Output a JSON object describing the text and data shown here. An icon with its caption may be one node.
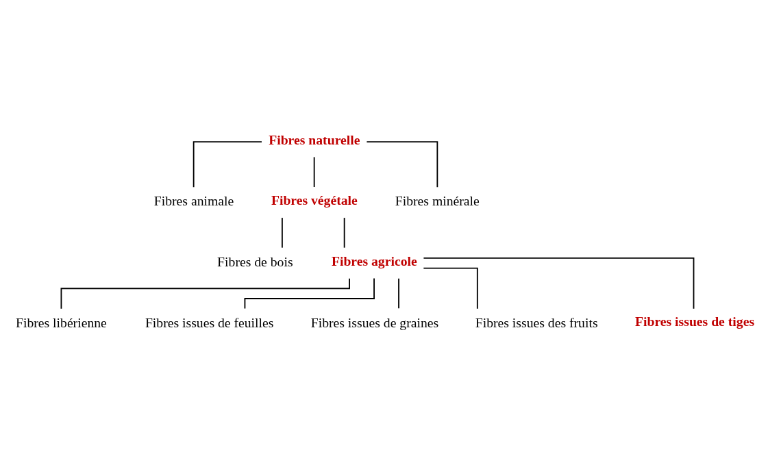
{
  "diagram": {
    "nodes": [
      {
        "text": [
          "Fibres naturelle"
        ]
      },
      {
        "text": [
          "Fibres animale"
        ]
      },
      {
        "text": [
          "Fibres végétale"
        ]
      },
      {
        "text": [
          "Fibres minérale"
        ]
      },
      {
        "text": [
          "Fibres de bois"
        ]
      },
      {
        "text": [
          "Fibres agricole"
        ]
      },
      {
        "text": [
          "Fibres libérienne"
        ]
      },
      {
        "text": [
          "Fibres issues de feuilles"
        ]
      },
      {
        "text": [
          "Fibres issues de graines"
        ]
      },
      {
        "text": [
          "Fibres issues des fruits"
        ]
      },
      {
        "text": [
          "Fibres issues de tiges"
        ]
      }
    ],
    "edges": [
      {
        "from": 0,
        "to": 1,
        "arrow": "none"
      },
      {
        "from": 0,
        "to": 2,
        "arrow": "none"
      },
      {
        "from": 0,
        "to": 3,
        "arrow": "none"
      },
      {
        "from": 2,
        "to": 4,
        "arrow": "none"
      },
      {
        "from": 2,
        "to": 5,
        "arrow": "none"
      },
      {
        "from": 5,
        "to": 6,
        "arrow": "none"
      },
      {
        "from": 5,
        "to": 7,
        "arrow": "none"
      },
      {
        "from": 5,
        "to": 8,
        "arrow": "none"
      },
      {
        "from": 5,
        "to": 9,
        "arrow": "none"
      },
      {
        "from": 5,
        "to": 10,
        "arrow": "none"
      }
    ]
  }
}
